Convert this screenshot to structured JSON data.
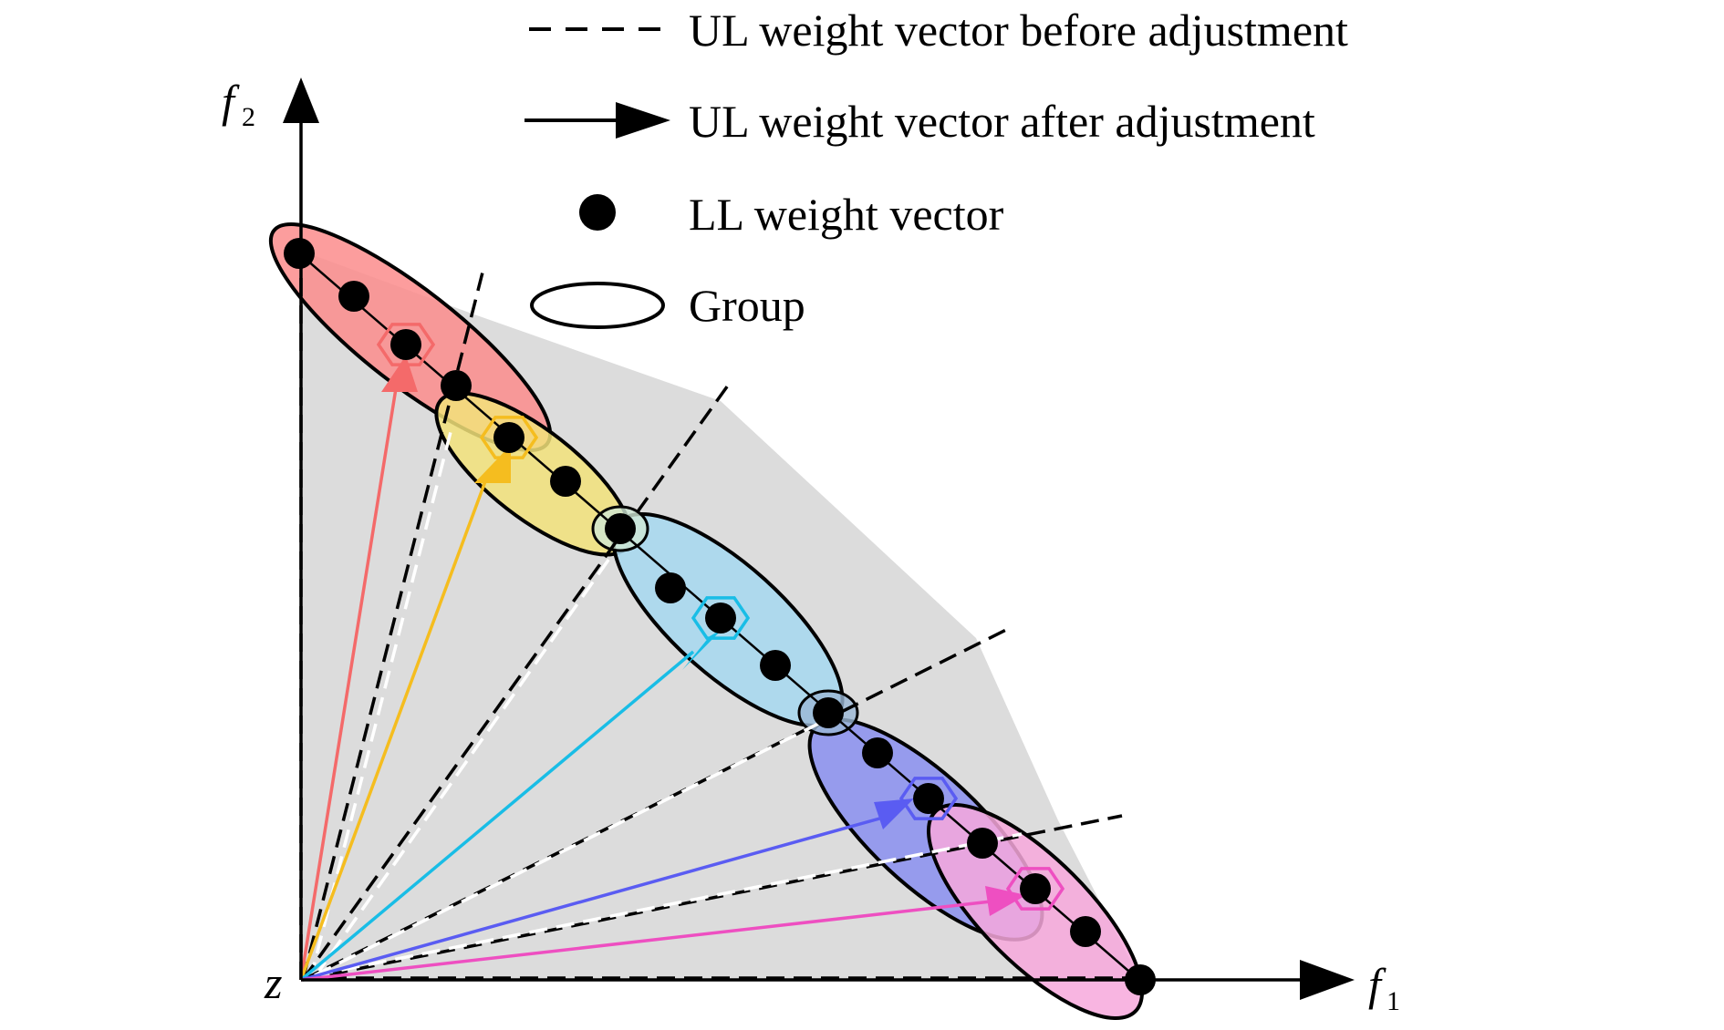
{
  "legend": {
    "before_label": "UL weight vector before adjustment",
    "after_label": "UL weight vector after adjustment",
    "ll_label": "LL weight vector",
    "group_label": "Group"
  },
  "axes": {
    "x_label": "f",
    "x_sub": "1",
    "y_label": "f",
    "y_sub": "2",
    "origin_label": "z"
  },
  "colors": {
    "group_red": "#fb8c8c",
    "group_yellow": "#f2e27a",
    "group_blue": "#a9d8ee",
    "group_purple": "#8a8ff0",
    "group_pink": "#f7a8dc",
    "arrow_red": "#f46a6a",
    "arrow_yellow": "#f5bd1f",
    "arrow_cyan": "#19bde6",
    "arrow_blue": "#5a5cf2",
    "arrow_pink": "#ee4fc1",
    "shade": "#dcdcdc"
  },
  "groups": [
    {
      "name": "group-red",
      "color_key": "group_red"
    },
    {
      "name": "group-yellow",
      "color_key": "group_yellow"
    },
    {
      "name": "group-blue",
      "color_key": "group_blue"
    },
    {
      "name": "group-purple",
      "color_key": "group_purple"
    },
    {
      "name": "group-pink",
      "color_key": "group_pink"
    }
  ],
  "ll_vector_count": 17
}
